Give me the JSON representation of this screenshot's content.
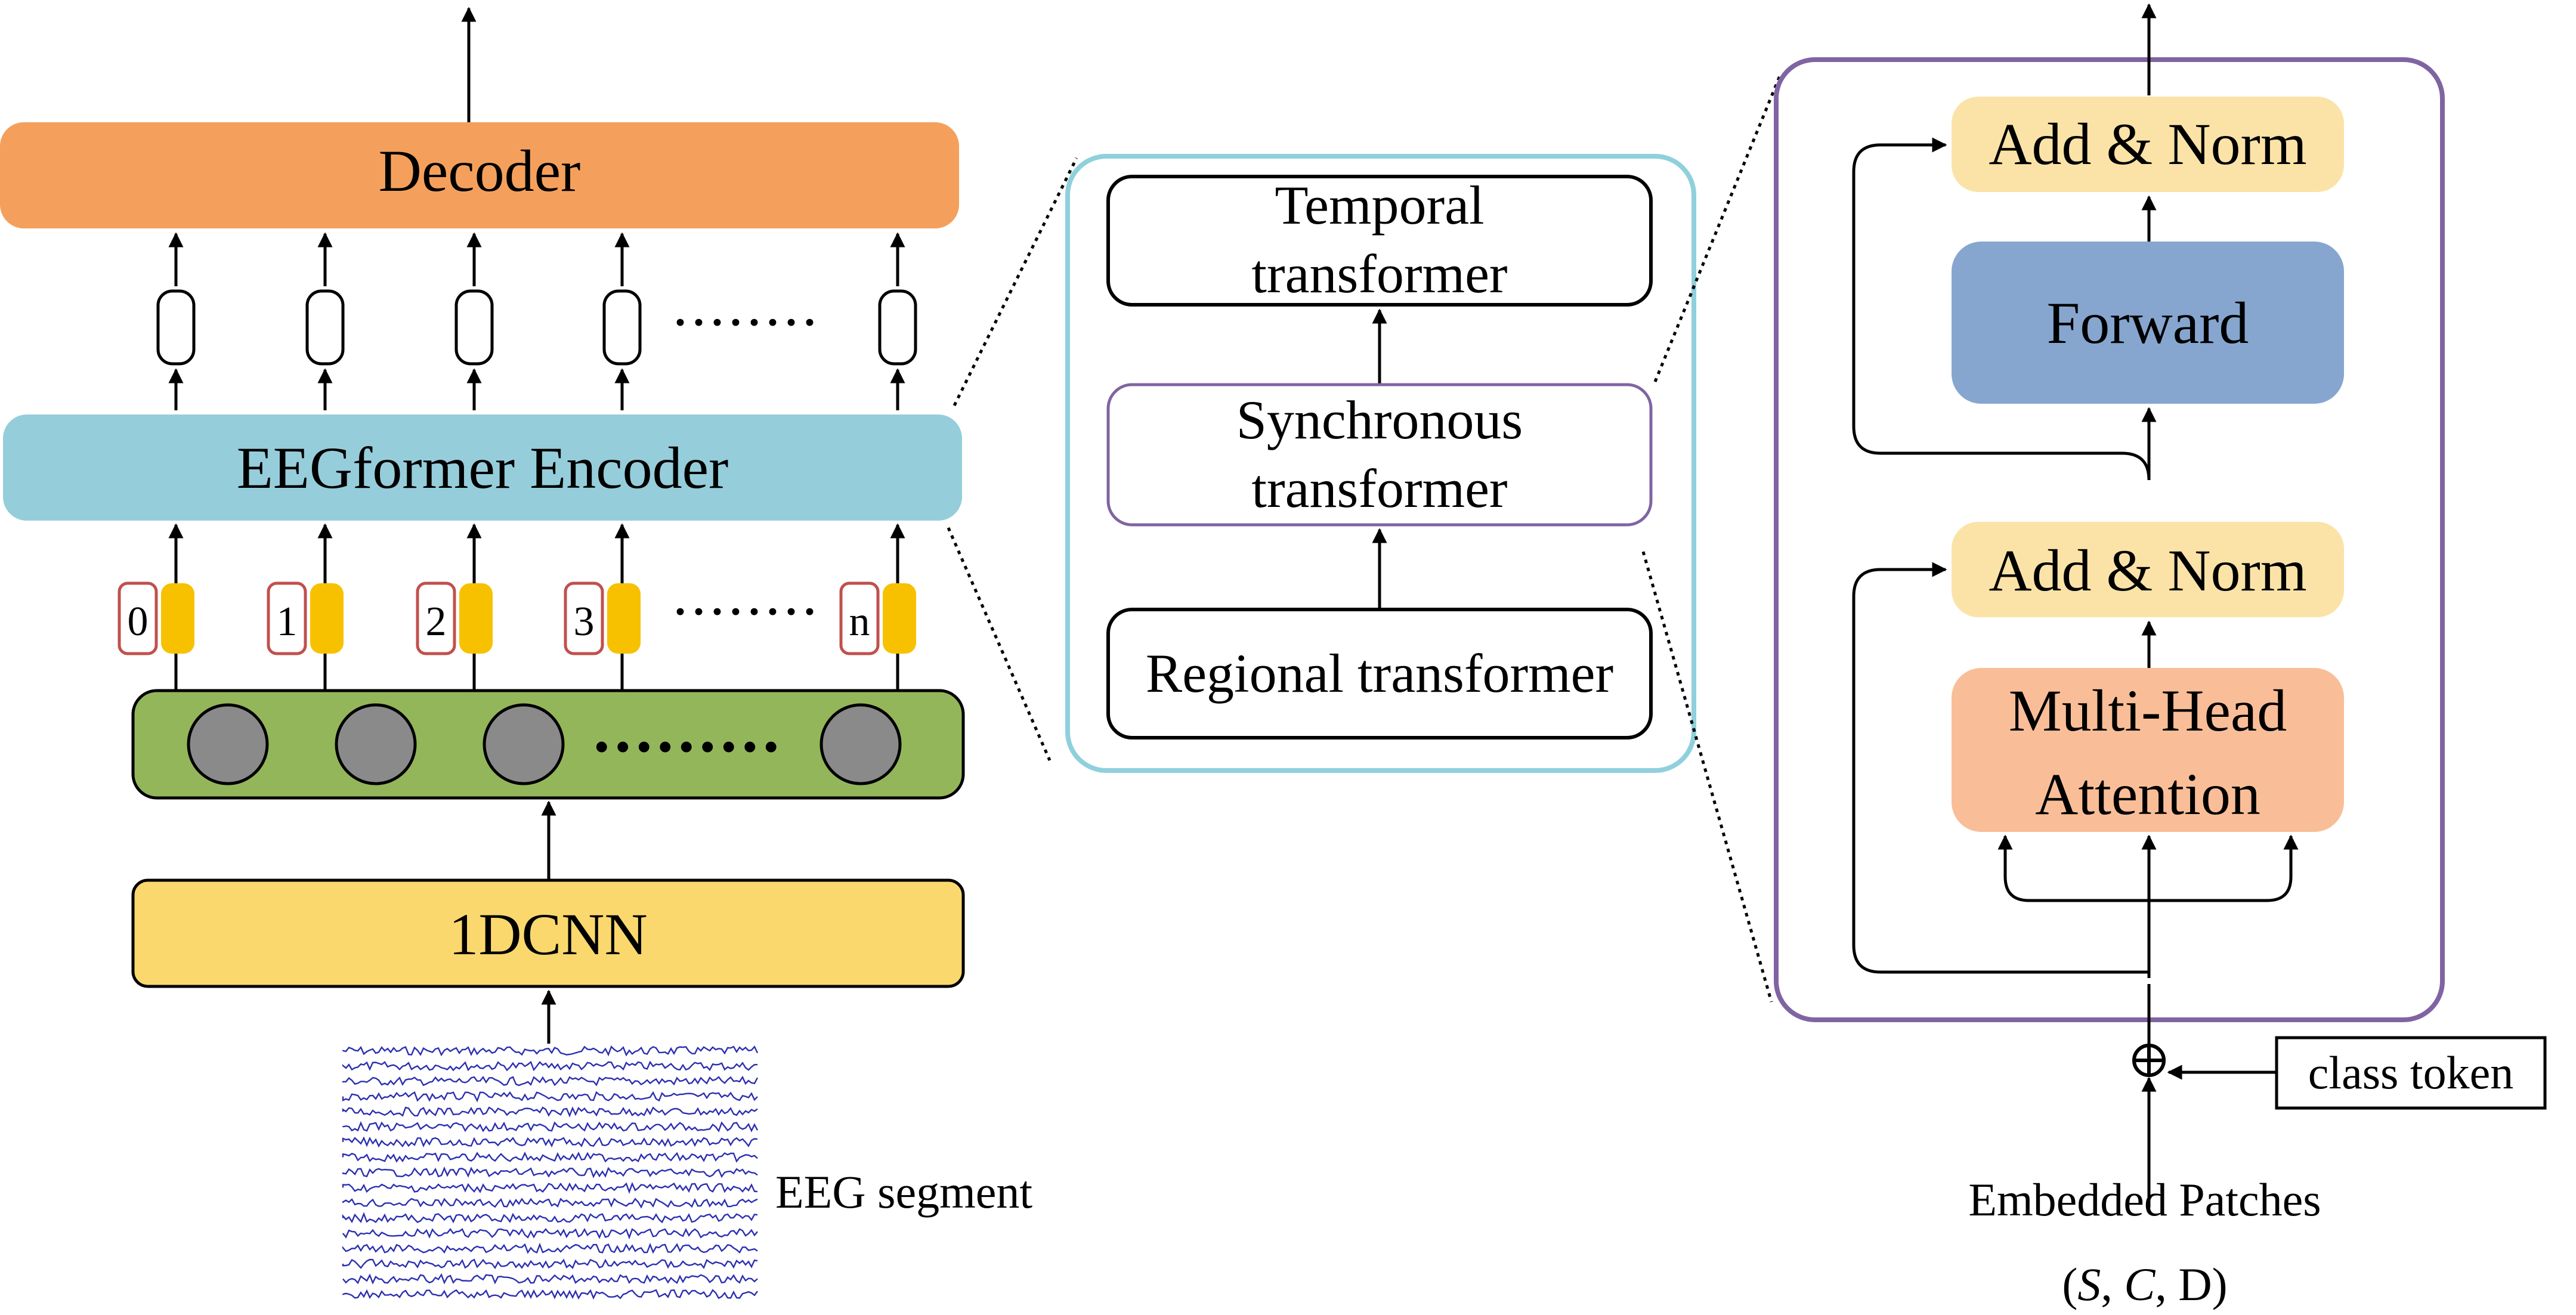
{
  "left": {
    "decoder": "Decoder",
    "encoder": "EEGformer Encoder",
    "cnn": "1DCNN",
    "eeg_label": "EEG segment",
    "ellipsis": "........",
    "ellipsis_tokens": "........",
    "ellipsis_circles": ".........",
    "positions": [
      "0",
      "1",
      "2",
      "3",
      "n"
    ]
  },
  "middle": {
    "temporal_line1": "Temporal",
    "temporal_line2": "transformer",
    "synchronous_line1": "Synchronous",
    "synchronous_line2": "transformer",
    "regional": "Regional transformer"
  },
  "right": {
    "add_norm_top": "Add & Norm",
    "forward": "Forward",
    "add_norm_bottom": "Add & Norm",
    "mha_line1": "Multi-Head",
    "mha_line2": "Attention",
    "class_token": "class token",
    "embedded": "Embedded Patches",
    "dims_open": "(",
    "dims_s": "S",
    "dims_sep1": ", ",
    "dims_c": "C",
    "dims_rest": ", D)"
  },
  "colors": {
    "decoder": "#F4A05C",
    "encoder": "#96CDDB",
    "cnn": "#FBD86E",
    "green": "#94B65A",
    "circle": "#8A8A8A",
    "token": "#F7C100",
    "pos_border": "#C0504D",
    "panel_border": "#8FD0DC",
    "sync_border": "#8064A2",
    "right_border": "#8064A2",
    "add_norm": "#FBE3A8",
    "forward": "#86A6CF",
    "mha": "#F9BE98",
    "eeg": "#2B2FB0"
  }
}
